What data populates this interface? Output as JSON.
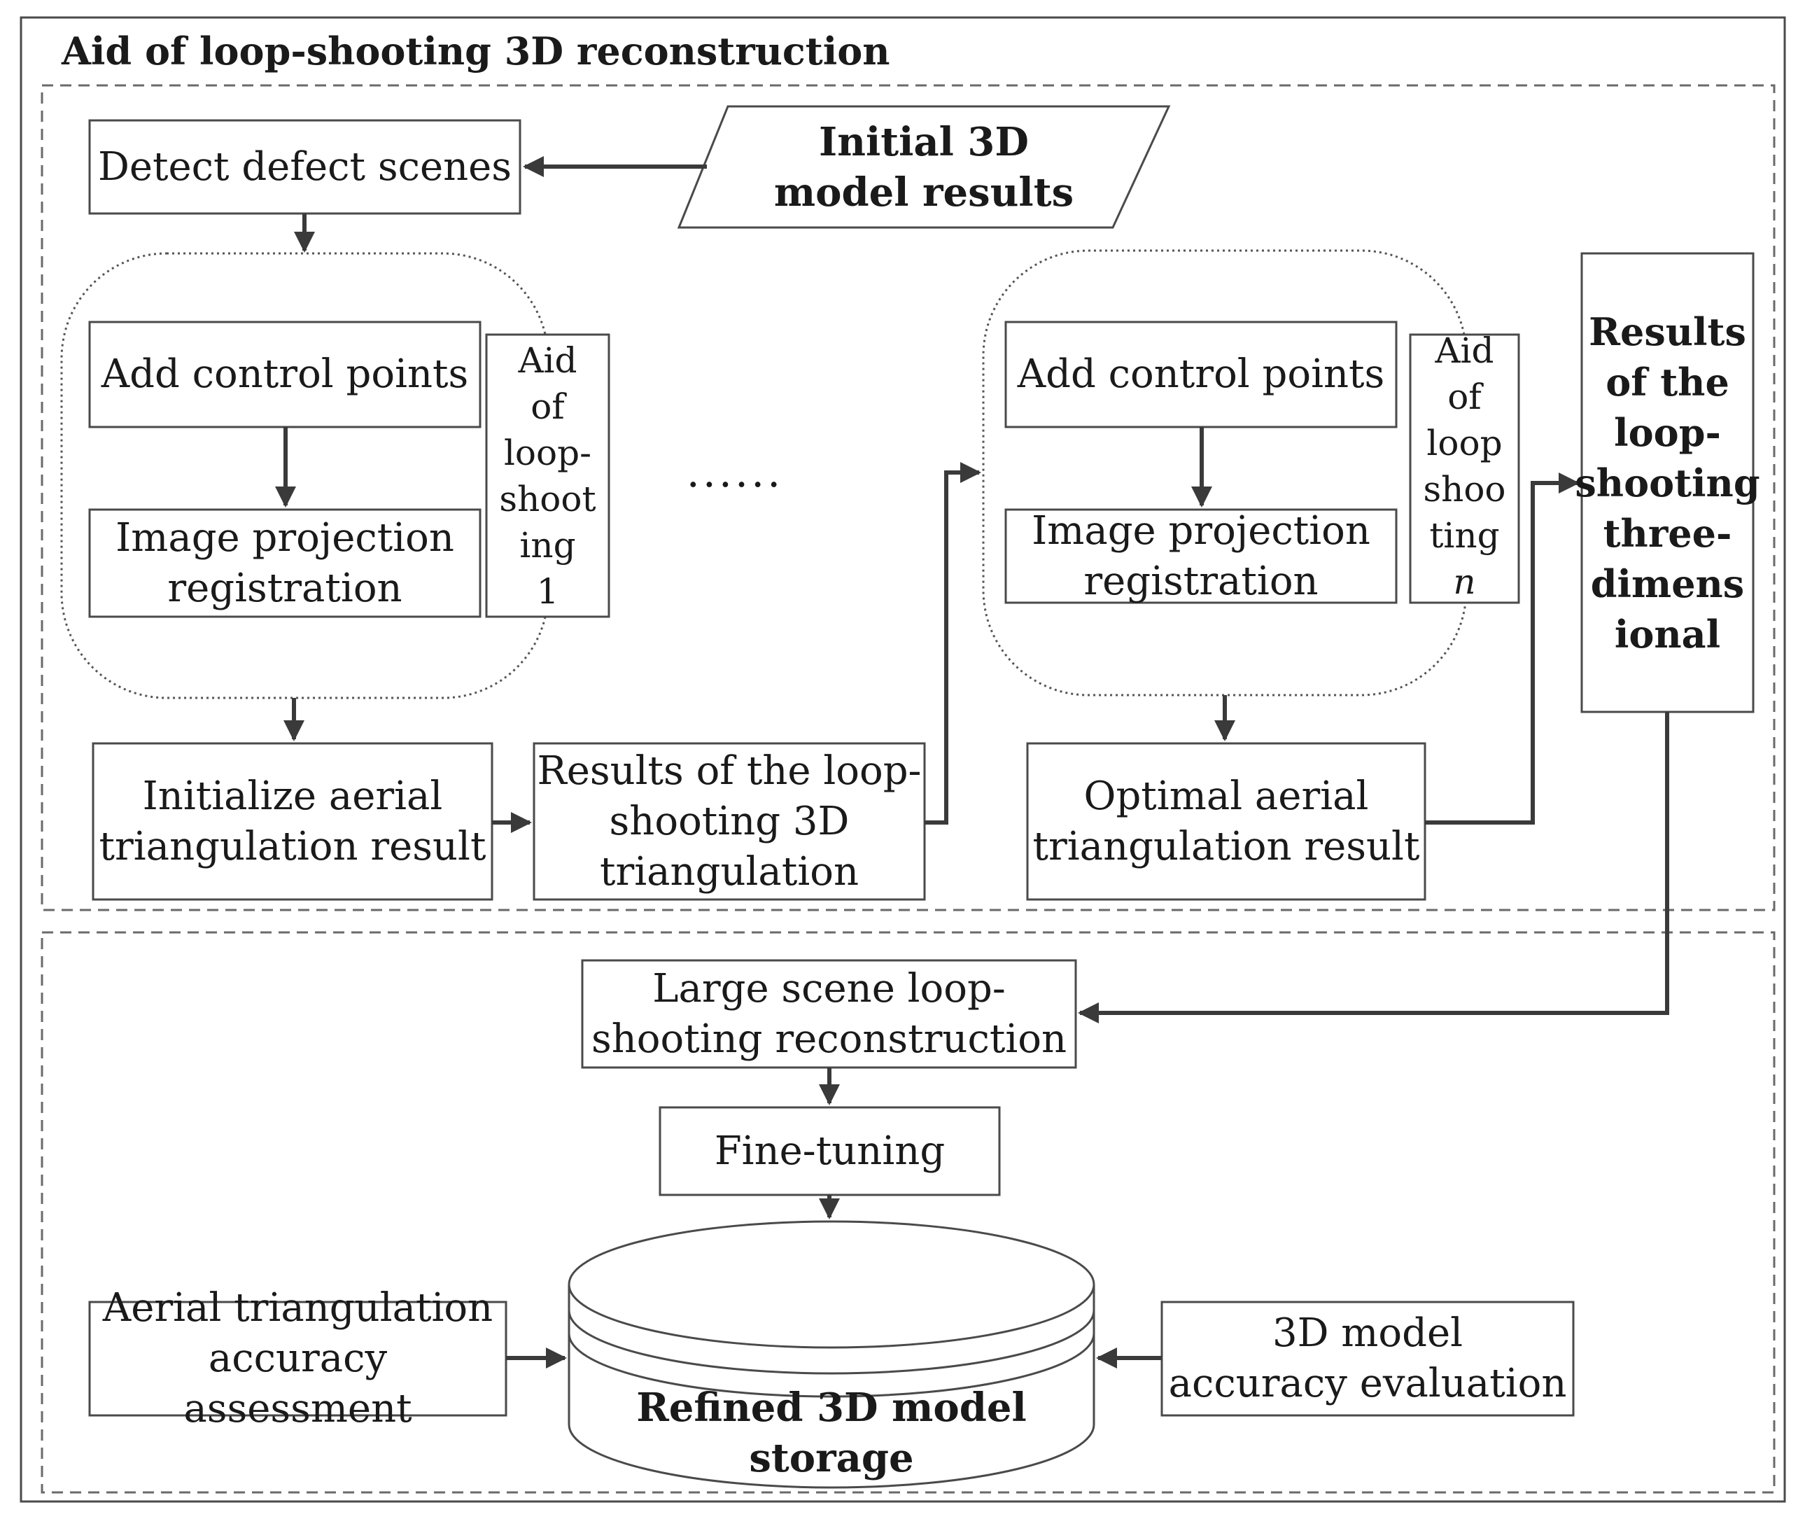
{
  "title": "Aid of loop-shooting 3D reconstruction",
  "nodes": {
    "initial_model": "Initial 3D\nmodel results",
    "detect_defect": "Detect defect scenes",
    "add_control_1": "Add control points",
    "image_projection_1": "Image projection\nregistration",
    "aid_loop_1": "Aid\nof\nloop-\nshoot\ning\n1",
    "ellipsis": "......",
    "add_control_n": "Add control points",
    "image_projection_n": "Image projection\nregistration",
    "aid_loop_n_text": "Aid\nof\nloop\nshoo\nting",
    "aid_loop_n_index": "n",
    "initialize_aerial": "Initialize aerial\ntriangulation result",
    "results_loop_triangulation": "Results of the loop-\nshooting 3D\ntriangulation",
    "optimal_aerial": "Optimal aerial\ntriangulation result",
    "results_3d": "Results\nof the\nloop-\nshooting\nthree-\ndimens\nional",
    "large_scene": "Large scene loop-\nshooting reconstruction",
    "fine_tuning": "Fine-tuning",
    "refined_storage": "Refined 3D model\nstorage",
    "aerial_accuracy": "Aerial triangulation\naccuracy assessment",
    "model_accuracy": "3D model\naccuracy evaluation"
  },
  "colors": {
    "stroke": "#4a4a4a",
    "arrow": "#3a3a3a",
    "text": "#1a1a1a",
    "background": "#ffffff"
  }
}
